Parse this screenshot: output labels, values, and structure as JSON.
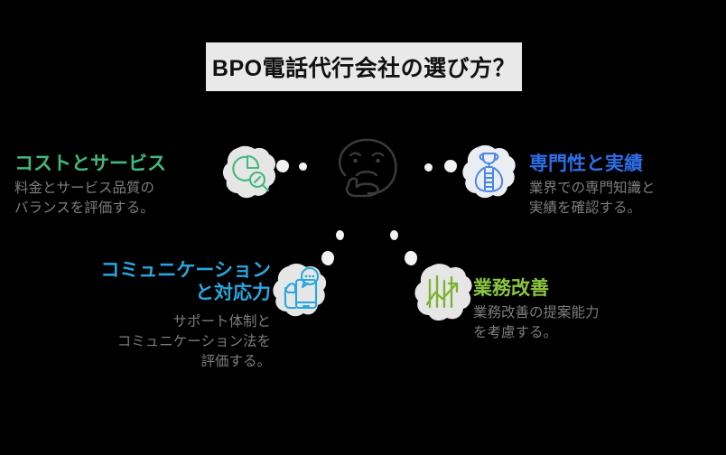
{
  "title": {
    "text": "BPO電話代行会社の選び方？",
    "background": "#e9e9e9",
    "color": "#111111"
  },
  "background_color": "#000000",
  "center": {
    "icon": "thinking-face-icon",
    "color": "#3a3a3a"
  },
  "items": [
    {
      "id": "cost-and-service",
      "heading": "コストとサービス",
      "heading_color": "#3fba7c",
      "body_lines": [
        "料金とサービス品質の",
        "バランスを評価する。"
      ],
      "body_color": "#7d7d7d",
      "icon": "pie-chart-magnifier-icon",
      "icon_color": "#3fba7c",
      "blob_color": "#e6e6e6"
    },
    {
      "id": "expertise-and-results",
      "heading": "専門性と実績",
      "heading_color": "#2e6ee8",
      "body_lines": [
        "業界での専門知識と",
        "実績を確認する。"
      ],
      "body_color": "#7d7d7d",
      "icon": "ladder-trophy-icon",
      "icon_color": "#4a86e8",
      "blob_color": "#eaeef2"
    },
    {
      "id": "communication-and-response",
      "heading_lines": [
        "コミュニケーション",
        "と対応力"
      ],
      "heading_color": "#27a7e0",
      "body_lines": [
        "サポート体制と",
        "コミュニケーション法を",
        "評価する。"
      ],
      "body_color": "#7d7d7d",
      "icon": "phone-chat-hand-icon",
      "icon_color": "#27a7e0",
      "blob_color": "#e6e6e6"
    },
    {
      "id": "business-improvement",
      "heading": "業務改善",
      "heading_color": "#8cc63f",
      "body_lines": [
        "業務改善の提案能力",
        "を考慮する。"
      ],
      "body_color": "#7d7d7d",
      "icon": "growth-chart-arrow-icon",
      "icon_color": "#7cb32e",
      "blob_color": "#e6e6e6"
    }
  ],
  "connector_dots_color": "#f2f2f2"
}
